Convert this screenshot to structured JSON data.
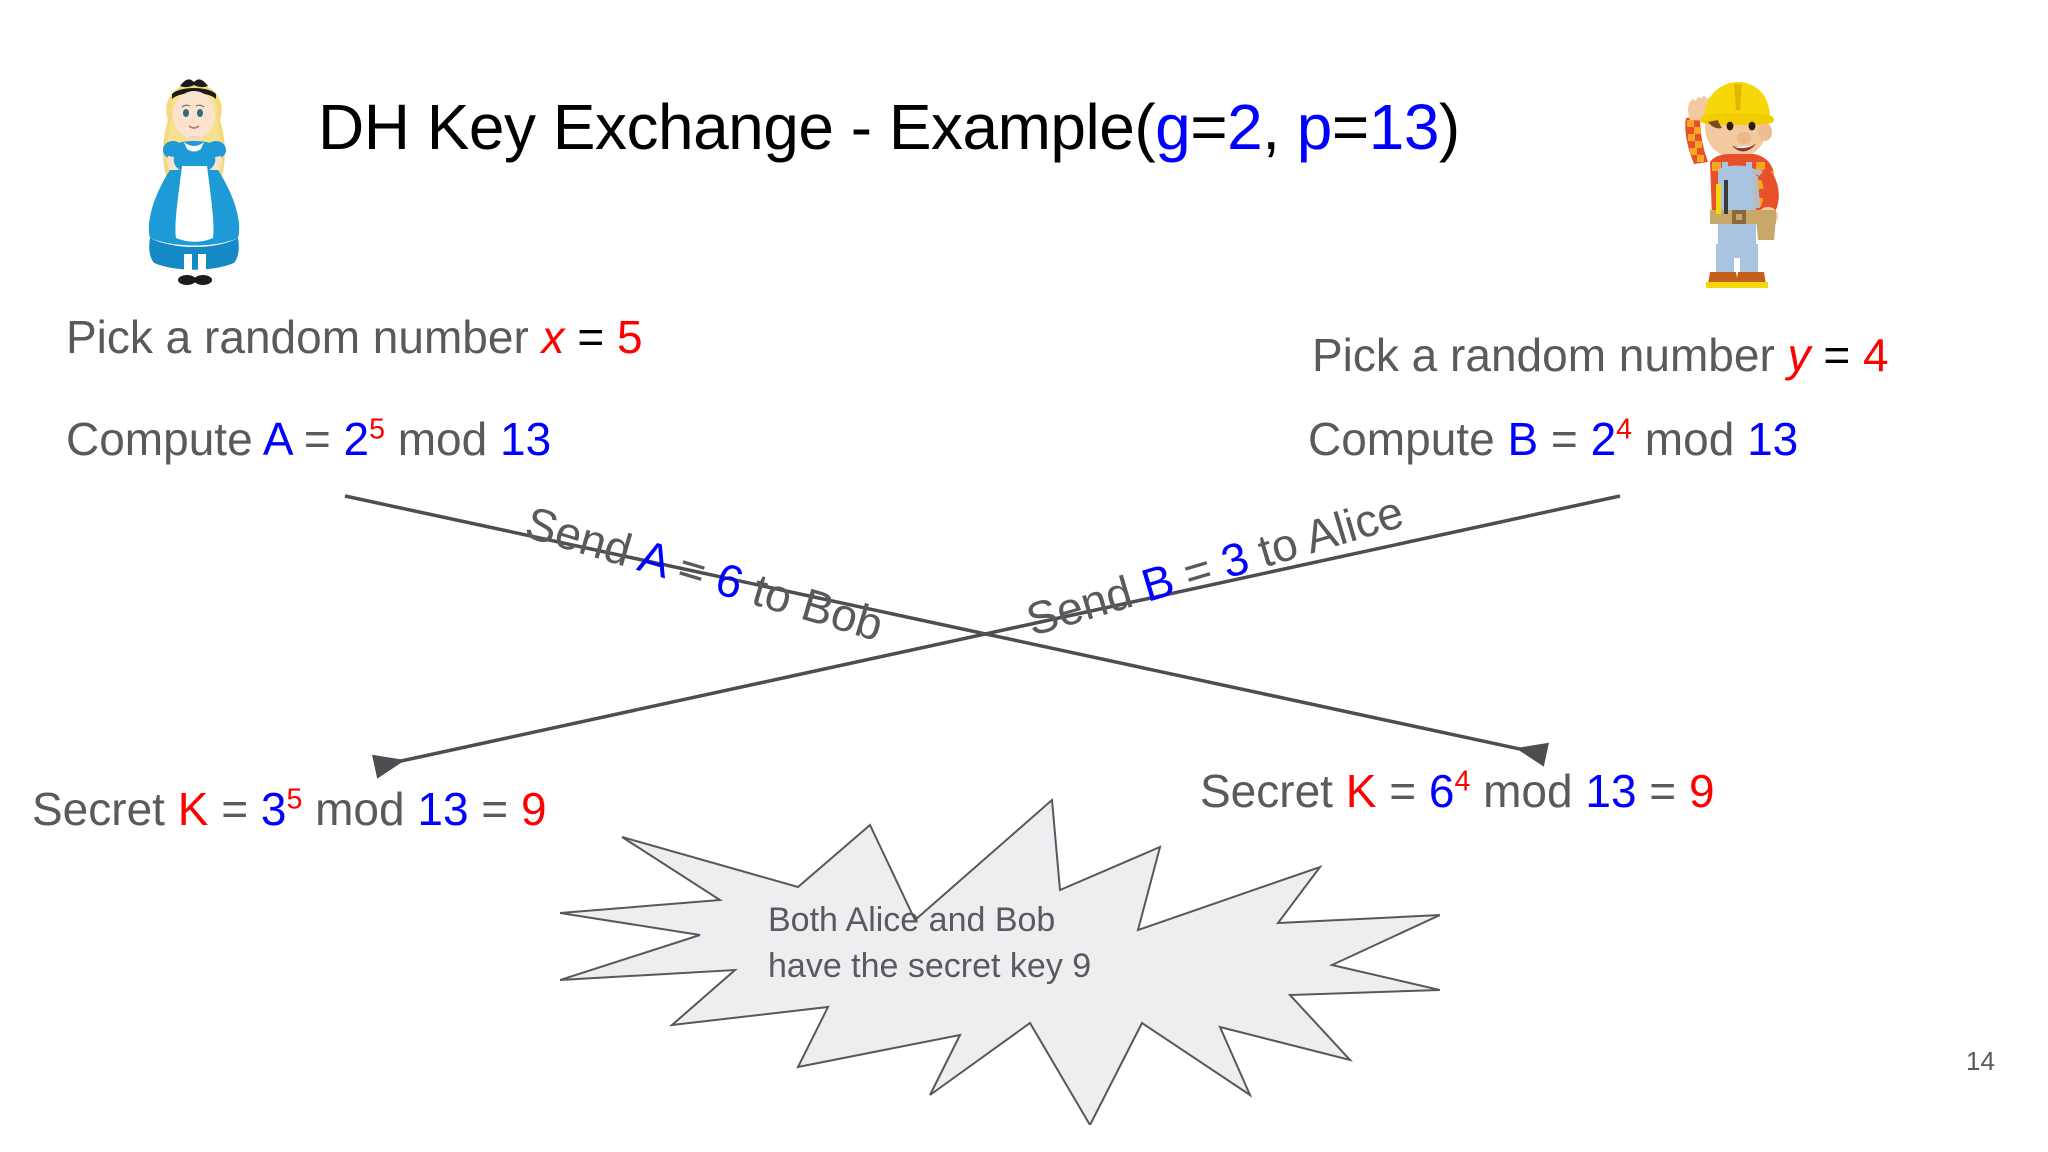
{
  "slide": {
    "page_number": "14",
    "background": "#ffffff"
  },
  "colors": {
    "gray_text": "#5a5a5e",
    "blue": "#0000ff",
    "red": "#ff0000",
    "black": "#000000",
    "arrow": "#4d4d52",
    "burst_fill": "#eeeef0",
    "burst_stroke": "#58585c"
  },
  "title": {
    "main": "DH Key Exchange - Example",
    "paren_open": "(",
    "g_label": "g",
    "eq1": "=",
    "g_value": "2",
    "comma": ", ",
    "p_label": "p",
    "eq2": "=",
    "p_value": "13",
    "paren_close": ")"
  },
  "alice": {
    "character": "alice-in-wonderland",
    "pick": {
      "prefix": "Pick a random number ",
      "var": "x",
      "eq": " = ",
      "value": "5"
    },
    "compute": {
      "prefix": "Compute ",
      "var": "A",
      "eq": " = ",
      "base": "2",
      "exponent": "5",
      "mod_word": " mod ",
      "modulus": "13"
    },
    "secret": {
      "prefix": "Secret ",
      "key": "K",
      "eq1": " = ",
      "base": "3",
      "exponent": "5",
      "mod_word": " mod ",
      "modulus": "13",
      "eq2": " = ",
      "result": "9"
    }
  },
  "bob": {
    "character": "bob-the-builder",
    "pick": {
      "prefix": "Pick a random number ",
      "var": "y",
      "eq": " = ",
      "value": "4"
    },
    "compute": {
      "prefix": "Compute ",
      "var": "B",
      "eq": " = ",
      "base": "2",
      "exponent": "4",
      "mod_word": " mod ",
      "modulus": "13"
    },
    "secret": {
      "prefix": "Secret ",
      "key": "K",
      "eq1": " = ",
      "base": "6",
      "exponent": "4",
      "mod_word": " mod ",
      "modulus": "13",
      "eq2": " = ",
      "result": "9"
    }
  },
  "messages": {
    "a_to_b": {
      "prefix": "Send ",
      "var": "A",
      "eq": " = ",
      "value": "6",
      "suffix": " to Bob"
    },
    "b_to_a": {
      "prefix": "Send ",
      "var": "B",
      "eq": " = ",
      "value": "3",
      "suffix": " to Alice"
    }
  },
  "burst": {
    "line1": "Both Alice and Bob",
    "line2": "have the secret key 9"
  }
}
